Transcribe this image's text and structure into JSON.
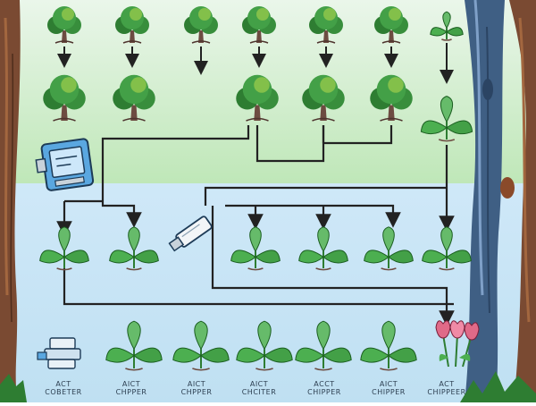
{
  "colors": {
    "sky_top": "#eaf6ea",
    "sky_bottom": "#bfe7b8",
    "lower_bg": "#cfe8f8",
    "connector": "#222222",
    "foliage_dark": "#2e7d32",
    "foliage_light": "#8bc34a",
    "trunk": "#6d4c41",
    "device": "#5aa7e0",
    "flower": "#e06a88"
  },
  "bottom_labels": [
    {
      "line1": "ACT",
      "line2": "COBETER"
    },
    {
      "line1": "AICT",
      "line2": "CHPPER"
    },
    {
      "line1": "AICT",
      "line2": "CHPPER"
    },
    {
      "line1": "AICT",
      "line2": "CHCITER"
    },
    {
      "line1": "ACCT",
      "line2": "CHIPPER"
    },
    {
      "line1": "AICT",
      "line2": "CHIPPER"
    },
    {
      "line1": "ACT",
      "line2": "CHIPPEER"
    }
  ]
}
